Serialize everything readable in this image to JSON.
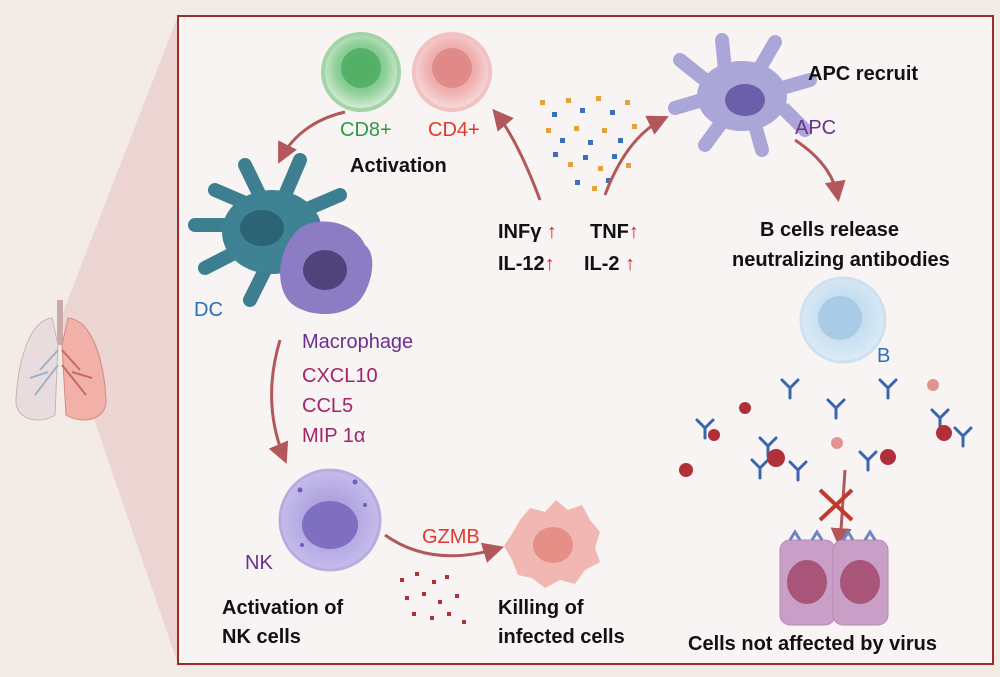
{
  "diagram": {
    "cells": {
      "cd8": "CD8+",
      "cd4": "CD4+",
      "dc": "DC",
      "macrophage": "Macrophage",
      "nk": "NK",
      "apc": "APC",
      "b": "B"
    },
    "headings": {
      "activation": "Activation",
      "apc_recruit": "APC recruit",
      "b_release_line1": "B cells release",
      "b_release_line2": "neutralizing antibodies",
      "nk_activation_line1": "Activation of",
      "nk_activation_line2": "NK cells",
      "killing_line1": "Killing of",
      "killing_line2": "infected cells",
      "not_affected": "Cells not affected by virus"
    },
    "cytokines": {
      "infy": "INFγ",
      "tnf": "TNF",
      "il12": "IL-12",
      "il2": "IL-2",
      "up_arrow": "↑"
    },
    "chemokines": [
      "CXCL10",
      "CCL5",
      "MIP 1α"
    ],
    "gzmb": "GZMB",
    "colors": {
      "frame": "#9c2b2b",
      "arrow": "#b2585a",
      "cd8": "#2e9a46",
      "cd4": "#e03a30",
      "dc": "#2b6fb8",
      "macrophage": "#6b2f8f",
      "chemokine": "#a3246a"
    }
  }
}
